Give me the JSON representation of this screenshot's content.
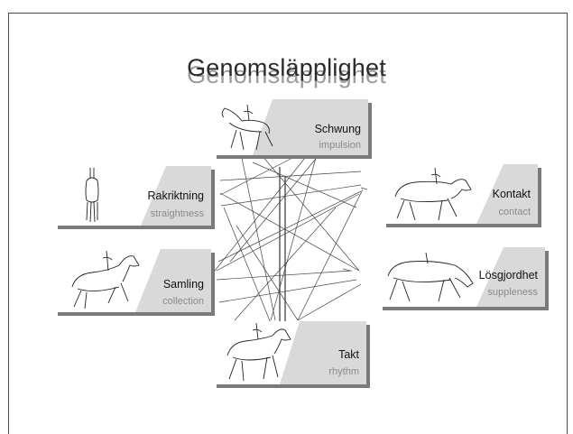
{
  "slide": {
    "title": "Genomsläpplighet"
  },
  "cards": {
    "schwung": {
      "label": "Schwung",
      "sublabel": "impulsion"
    },
    "rakriktning": {
      "label": "Rakriktning",
      "sublabel": "straightness"
    },
    "kontakt": {
      "label": "Kontakt",
      "sublabel": "contact"
    },
    "samling": {
      "label": "Samling",
      "sublabel": "collection"
    },
    "losgjordhet": {
      "label": "Lösgjordhet",
      "sublabel": "suppleness"
    },
    "takt": {
      "label": "Takt",
      "sublabel": "rhythm"
    }
  },
  "colors": {
    "card_shadow": "#7a7a7a",
    "card_gray": "#d9d9d9",
    "line": "#444444",
    "title": "#2b2b2b",
    "title_shadow": "#9d9d9d",
    "sublabel": "#8a8a8a"
  },
  "icons": {
    "horse_illustration": "dressage-horse-sketch"
  }
}
